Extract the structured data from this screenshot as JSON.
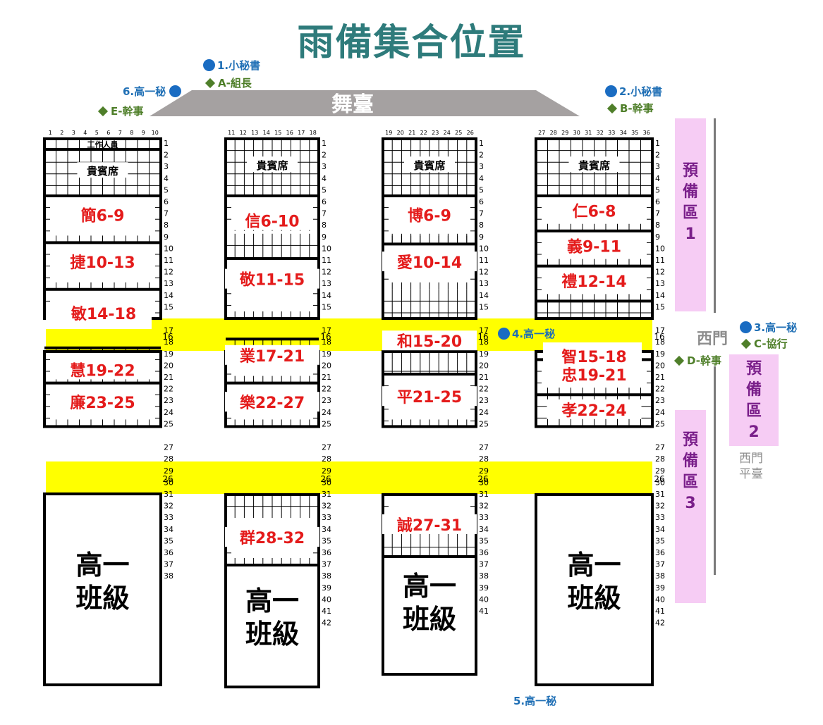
{
  "title": "雨備集合位置",
  "stage_label": "舞臺",
  "col_numbers": [
    [
      "1",
      "2",
      "3",
      "4",
      "5",
      "6",
      "7",
      "8",
      "9",
      "10"
    ],
    [
      "11",
      "12",
      "13",
      "14",
      "15",
      "16",
      "17",
      "18"
    ],
    [
      "19",
      "20",
      "21",
      "22",
      "23",
      "24",
      "25",
      "26"
    ],
    [
      "27",
      "28",
      "29",
      "30",
      "31",
      "32",
      "33",
      "34",
      "35",
      "36"
    ]
  ],
  "staff_label": "工作人員",
  "vip_label": "貴賓席",
  "aisle_label": "16",
  "aisle2_label": "26",
  "freshman_label_1": "高一",
  "freshman_label_2": "班級",
  "blocks": [
    [
      {
        "text": "簡6-9"
      },
      {
        "text": "捷10-13"
      },
      {
        "text": "敏14-18"
      },
      {
        "text": "慧19-22"
      },
      {
        "text": "廉23-25"
      }
    ],
    [
      {
        "text": "信6-10"
      },
      {
        "text": "敬11-15"
      },
      {
        "text": "業17-21"
      },
      {
        "text": "樂22-27"
      },
      {
        "text": "群28-32"
      }
    ],
    [
      {
        "text": "博6-9"
      },
      {
        "text": "愛10-14"
      },
      {
        "text": "和15-20"
      },
      {
        "text": "平21-25"
      },
      {
        "text": "誠27-31"
      }
    ],
    [
      {
        "text": "仁6-8"
      },
      {
        "text": "義9-11"
      },
      {
        "text": "禮12-14"
      },
      {
        "text": "智15-18"
      },
      {
        "text": "忠19-21"
      },
      {
        "text": "孝22-24"
      }
    ]
  ],
  "people": {
    "p1": "1.小秘書",
    "pA": "A-組長",
    "p6": "6.高一秘",
    "pE": "E-幹事",
    "p2": "2.小秘書",
    "pB": "B-幹事",
    "p4": "4.高一秘",
    "p3": "3.高一秘",
    "pC": "C-協行",
    "pD": "D-幹事",
    "p5": "5.高一秘"
  },
  "reserve": [
    [
      "預",
      "備",
      "區",
      "1"
    ],
    [
      "預",
      "備",
      "區",
      "2"
    ],
    [
      "預",
      "備",
      "區",
      "3"
    ]
  ],
  "west_gate": "西門",
  "west_platform_1": "西門",
  "west_platform_2": "平臺",
  "colors": {
    "title": "#2e7b7b",
    "label_red": "#e41b1b",
    "aisle_yellow": "#ffff00",
    "stage_grey": "#a5a1a1",
    "reserve_pink": "#f6ccf4",
    "reserve_text": "#7a1f8a",
    "officer_blue": "#1f6fb5",
    "staff_green": "#4f7f2a"
  }
}
